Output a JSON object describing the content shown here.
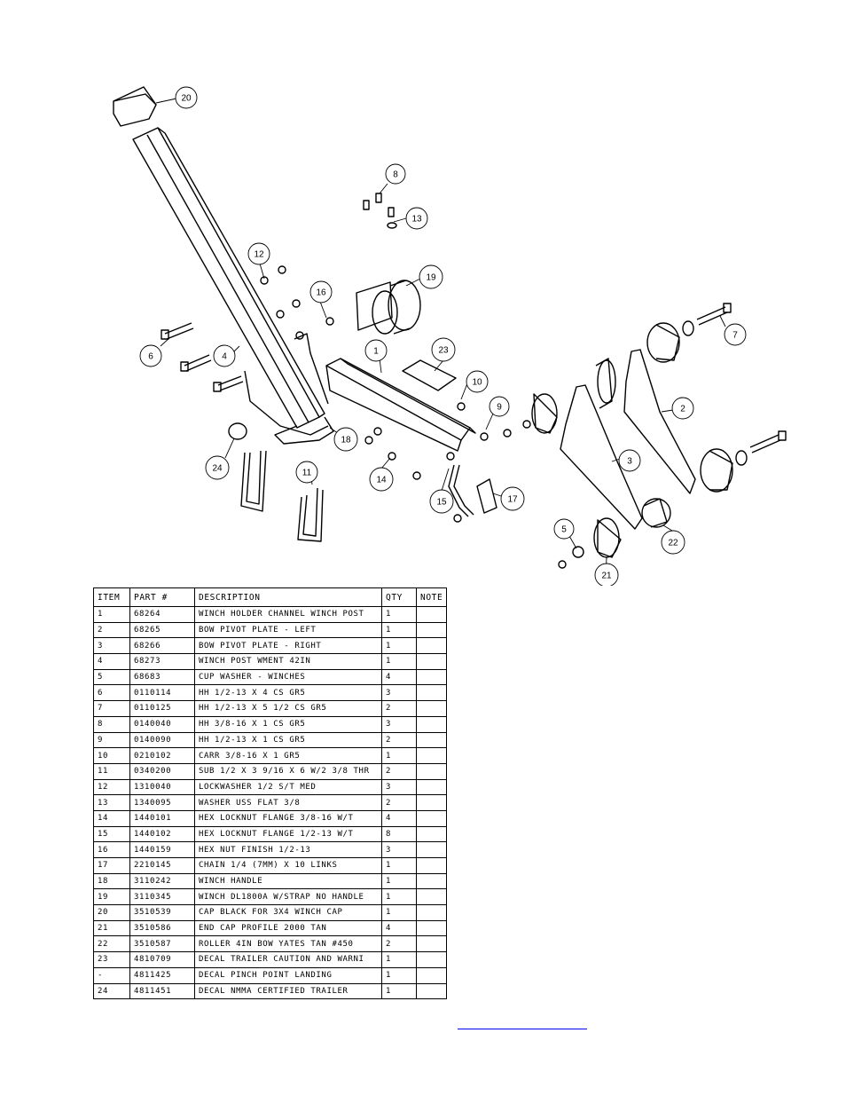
{
  "diagram": {
    "callouts": [
      "1",
      "2",
      "3",
      "4",
      "5",
      "6",
      "7",
      "8",
      "9",
      "10",
      "11",
      "12",
      "13",
      "14",
      "15",
      "16",
      "17",
      "18",
      "19",
      "20",
      "21",
      "22",
      "23",
      "24"
    ]
  },
  "table": {
    "headers": {
      "item": "ITEM",
      "part": "PART #",
      "description": "DESCRIPTION",
      "qty": "QTY",
      "note": "NOTE"
    },
    "rows": [
      {
        "item": "1",
        "part": "68264",
        "description": "WINCH HOLDER CHANNEL WINCH POST",
        "qty": "1"
      },
      {
        "item": "2",
        "part": "68265",
        "description": "BOW PIVOT PLATE - LEFT",
        "qty": "1"
      },
      {
        "item": "3",
        "part": "68266",
        "description": "BOW PIVOT PLATE - RIGHT",
        "qty": "1"
      },
      {
        "item": "4",
        "part": "68273",
        "description": "WINCH POST WMENT 42IN",
        "qty": "1"
      },
      {
        "item": "5",
        "part": "68683",
        "description": "CUP WASHER - WINCHES",
        "qty": "4"
      },
      {
        "item": "6",
        "part": "0110114",
        "description": "HH 1/2-13 X 4 CS GR5",
        "qty": "3"
      },
      {
        "item": "7",
        "part": "0110125",
        "description": "HH 1/2-13 X 5 1/2 CS GR5",
        "qty": "2"
      },
      {
        "item": "8",
        "part": "0140040",
        "description": "HH 3/8-16 X 1 CS GR5",
        "qty": "3"
      },
      {
        "item": "9",
        "part": "0140090",
        "description": "HH 1/2-13 X 1 CS GR5",
        "qty": "2"
      },
      {
        "item": "10",
        "part": "0210102",
        "description": "CARR 3/8-16 X 1 GR5",
        "qty": "1"
      },
      {
        "item": "11",
        "part": "0340200",
        "description": "SUB 1/2 X 3 9/16 X 6 W/2 3/8 THR",
        "qty": "2"
      },
      {
        "item": "12",
        "part": "1310040",
        "description": "LOCKWASHER 1/2 S/T MED",
        "qty": "3"
      },
      {
        "item": "13",
        "part": "1340095",
        "description": "WASHER USS FLAT 3/8",
        "qty": "2"
      },
      {
        "item": "14",
        "part": "1440101",
        "description": "HEX LOCKNUT FLANGE 3/8-16 W/T",
        "qty": "4"
      },
      {
        "item": "15",
        "part": "1440102",
        "description": "HEX LOCKNUT FLANGE 1/2-13 W/T",
        "qty": "8"
      },
      {
        "item": "16",
        "part": "1440159",
        "description": "HEX NUT FINISH 1/2-13",
        "qty": "3"
      },
      {
        "item": "17",
        "part": "2210145",
        "description": "CHAIN 1/4 (7MM) X 10 LINKS",
        "qty": "1"
      },
      {
        "item": "18",
        "part": "3110242",
        "description": "WINCH HANDLE",
        "qty": "1"
      },
      {
        "item": "19",
        "part": "3110345",
        "description": "WINCH DL1800A W/STRAP  NO HANDLE",
        "qty": "1"
      },
      {
        "item": "20",
        "part": "3510539",
        "description": "CAP BLACK FOR 3X4 WINCH CAP",
        "qty": "1"
      },
      {
        "item": "21",
        "part": "3510586",
        "description": "END CAP PROFILE 2000 TAN",
        "qty": "4"
      },
      {
        "item": "22",
        "part": "3510587",
        "description": "ROLLER 4IN BOW YATES TAN #450",
        "qty": "2"
      },
      {
        "item": "23",
        "part": "4810709",
        "description": "DECAL TRAILER CAUTION AND WARNI",
        "qty": "1"
      },
      {
        "item": "-",
        "part": "4811425",
        "description": "DECAL PINCH POINT LANDING",
        "qty": "1"
      },
      {
        "item": "24",
        "part": "4811451",
        "description": "DECAL NMMA CERTIFIED TRAILER",
        "qty": "1"
      }
    ]
  }
}
